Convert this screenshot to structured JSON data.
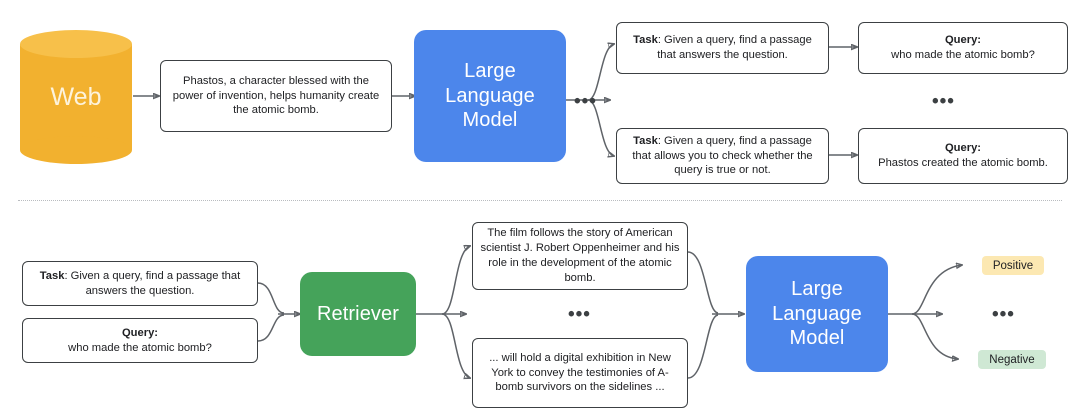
{
  "diagram": {
    "title": "LLM data generation and retrieval-augmented evaluation pipeline",
    "divider": {
      "style": "dotted",
      "color": "#b9bcc0"
    }
  },
  "colors": {
    "web_cylinder_top": "#f7c04a",
    "web_cylinder_body": "#f2b12f",
    "llm_block": "#4c86eb",
    "retriever_block": "#45a35a",
    "positive_badge": "#fce8b2",
    "negative_badge": "#cfe8d4",
    "box_border": "#3c4043",
    "arrow": "#5f6368"
  },
  "top_row": {
    "source": {
      "label": "Web"
    },
    "passage": {
      "text": "Phastos, a character blessed with the power of invention, helps humanity create the atomic bomb."
    },
    "model": {
      "label": "Large\nLanguage\nModel",
      "line1": "Large",
      "line2": "Language",
      "line3": "Model"
    },
    "tasks": [
      {
        "prefix": "Task",
        "text": ": Given a query, find a passage that answers the question."
      },
      {
        "prefix": "Task",
        "text": ": Given a query, find a passage that allows you to check whether the query is true or not."
      }
    ],
    "queries": [
      {
        "prefix": "Query:",
        "text": "who made the atomic bomb?"
      },
      {
        "prefix": "Query:",
        "text": "Phastos created the atomic bomb."
      }
    ],
    "task_ellipsis": "•••",
    "query_ellipsis": "•••"
  },
  "bottom_row": {
    "input_task": {
      "prefix": "Task",
      "text": ": Given a query, find a passage that answers the question."
    },
    "input_query": {
      "prefix": "Query:",
      "text": "who made the atomic bomb?"
    },
    "retriever": {
      "label": "Retriever"
    },
    "passages": [
      {
        "text": "The film follows the story of American scientist J. Robert Oppenheimer and his role in the development of the atomic bomb."
      },
      {
        "text": "... will hold a digital exhibition in New York to convey the testimonies of A-bomb survivors on the sidelines ..."
      }
    ],
    "passage_ellipsis": "•••",
    "model": {
      "line1": "Large",
      "line2": "Language",
      "line3": "Model"
    },
    "labels": [
      {
        "text": "Positive",
        "tone": "positive"
      },
      {
        "text": "Negative",
        "tone": "negative"
      }
    ],
    "label_ellipsis": "•••"
  }
}
